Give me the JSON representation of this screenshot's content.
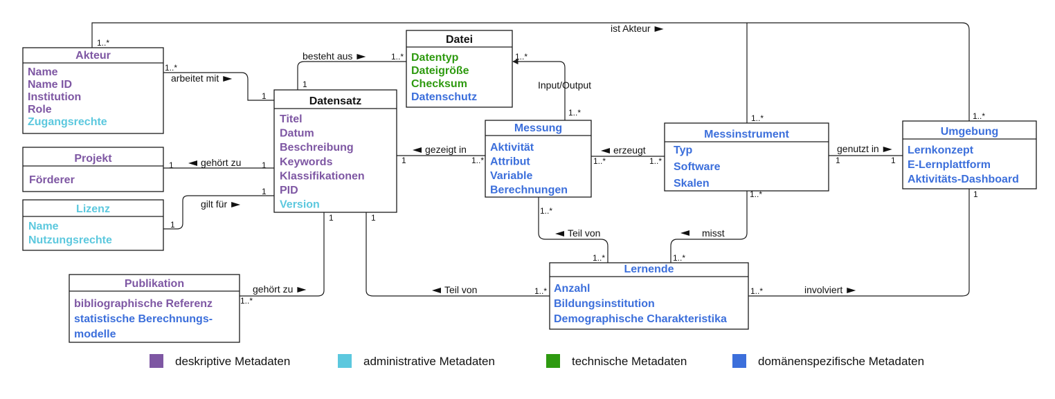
{
  "colors": {
    "black": "#111111",
    "descriptive": "#7e57a3",
    "administrative": "#5cc8de",
    "technical": "#2e9a10",
    "domain": "#3c6fdb"
  },
  "boxes": [
    {
      "id": "akteur",
      "title": "Akteur",
      "titleColor": "descriptive",
      "attrs": [
        {
          "text": "Name",
          "color": "descriptive"
        },
        {
          "text": "Name ID",
          "color": "descriptive"
        },
        {
          "text": "Institution",
          "color": "descriptive"
        },
        {
          "text": "Role",
          "color": "descriptive"
        },
        {
          "text": "Zugangsrechte",
          "color": "administrative"
        }
      ]
    },
    {
      "id": "datei",
      "title": "Datei",
      "titleColor": "black",
      "attrs": [
        {
          "text": "Datentyp",
          "color": "technical"
        },
        {
          "text": "Dateigröße",
          "color": "technical"
        },
        {
          "text": "Checksum",
          "color": "technical"
        },
        {
          "text": "Datenschutz",
          "color": "domain"
        }
      ]
    },
    {
      "id": "datensatz",
      "title": "Datensatz",
      "titleColor": "black",
      "attrs": [
        {
          "text": "Titel",
          "color": "descriptive"
        },
        {
          "text": "Datum",
          "color": "descriptive"
        },
        {
          "text": "Beschreibung",
          "color": "descriptive"
        },
        {
          "text": "Keywords",
          "color": "descriptive"
        },
        {
          "text": "Klassifikationen",
          "color": "descriptive"
        },
        {
          "text": "PID",
          "color": "descriptive"
        },
        {
          "text": "Version",
          "color": "administrative"
        }
      ]
    },
    {
      "id": "projekt",
      "title": "Projekt",
      "titleColor": "descriptive",
      "attrs": [
        {
          "text": "Förderer",
          "color": "descriptive"
        }
      ]
    },
    {
      "id": "lizenz",
      "title": "Lizenz",
      "titleColor": "administrative",
      "attrs": [
        {
          "text": "Name",
          "color": "administrative"
        },
        {
          "text": "Nutzungsrechte",
          "color": "administrative"
        }
      ]
    },
    {
      "id": "publikation",
      "title": "Publikation",
      "titleColor": "descriptive",
      "attrs": [
        {
          "text": "bibliographische Referenz",
          "color": "descriptive"
        },
        {
          "text": "statistische Berechnungs-",
          "color": "domain"
        },
        {
          "text": "modelle",
          "color": "domain"
        }
      ]
    },
    {
      "id": "messung",
      "title": "Messung",
      "titleColor": "domain",
      "attrs": [
        {
          "text": "Aktivität",
          "color": "domain"
        },
        {
          "text": "Attribut",
          "color": "domain"
        },
        {
          "text": "Variable",
          "color": "domain"
        },
        {
          "text": "Berechnungen",
          "color": "domain"
        }
      ]
    },
    {
      "id": "messinstrument",
      "title": "Messinstrument",
      "titleColor": "domain",
      "attrs": [
        {
          "text": "Typ",
          "color": "domain"
        },
        {
          "text": "Software",
          "color": "domain"
        },
        {
          "text": "Skalen",
          "color": "domain"
        }
      ]
    },
    {
      "id": "umgebung",
      "title": "Umgebung",
      "titleColor": "domain",
      "attrs": [
        {
          "text": "Lernkonzept",
          "color": "domain"
        },
        {
          "text": "E-Lernplattform",
          "color": "domain"
        },
        {
          "text": "Aktivitäts-Dashboard",
          "color": "domain"
        }
      ]
    },
    {
      "id": "lernende",
      "title": "Lernende",
      "titleColor": "domain",
      "attrs": [
        {
          "text": "Anzahl",
          "color": "domain"
        },
        {
          "text": "Bildungsinstitution",
          "color": "domain"
        },
        {
          "text": "Demographische Charakteristika",
          "color": "domain"
        }
      ]
    }
  ],
  "associations": [
    {
      "id": "akteur-umgebung",
      "label": "ist Akteur",
      "dir": "right",
      "from_mult": "1..*",
      "to_mult": "1..*",
      "mid_mult": "1..*"
    },
    {
      "id": "akteur-datensatz",
      "label": "arbeitet mit",
      "dir": "right",
      "from_mult": "1..*",
      "to_mult": "1"
    },
    {
      "id": "datensatz-datei",
      "label": "besteht aus",
      "dir": "right",
      "from_mult": "1",
      "to_mult": "1..*"
    },
    {
      "id": "datei-messung",
      "label": "Input/Output",
      "dir": "",
      "from_mult": "1..*",
      "to_mult": "1..*"
    },
    {
      "id": "projekt-datensatz",
      "label": "gehört zu",
      "dir": "left",
      "from_mult": "1",
      "to_mult": "1"
    },
    {
      "id": "lizenz-datensatz",
      "label": "gilt für",
      "dir": "right",
      "from_mult": "1",
      "to_mult": "1"
    },
    {
      "id": "publikation-datensatz",
      "label": "gehört zu",
      "dir": "right",
      "from_mult": "1..*",
      "to_mult": "1"
    },
    {
      "id": "datensatz-messung",
      "label": "gezeigt in",
      "dir": "left",
      "from_mult": "1",
      "to_mult": "1..*"
    },
    {
      "id": "datensatz-lernende",
      "label": "Teil von",
      "dir": "left",
      "from_mult": "1",
      "to_mult": "1..*"
    },
    {
      "id": "messinstrument-messung",
      "label": "erzeugt",
      "dir": "left",
      "from_mult": "1..*",
      "to_mult": "1..*"
    },
    {
      "id": "messinstrument-umgebung",
      "label": "genutzt in",
      "dir": "right",
      "from_mult": "1",
      "to_mult": "1"
    },
    {
      "id": "messung-lernende",
      "label": "Teil von",
      "dir": "left",
      "from_mult": "1..*",
      "to_mult": "1..*"
    },
    {
      "id": "messinstrument-lernende",
      "label": "misst",
      "dir": "left",
      "from_mult": "1..*",
      "to_mult": "1..*"
    },
    {
      "id": "lernende-umgebung",
      "label": "involviert",
      "dir": "right",
      "from_mult": "1..*",
      "to_mult": "1"
    }
  ],
  "legend": [
    {
      "label": "deskriptive Metadaten",
      "color": "descriptive"
    },
    {
      "label": "administrative Metadaten",
      "color": "administrative"
    },
    {
      "label": "technische Metadaten",
      "color": "technical"
    },
    {
      "label": "domänenspezifische Metadaten",
      "color": "domain"
    }
  ]
}
